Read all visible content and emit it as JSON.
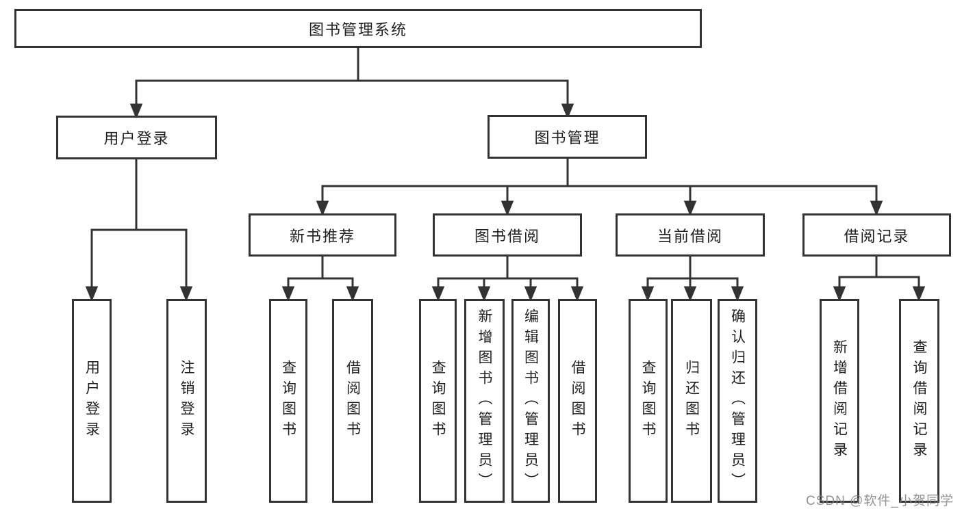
{
  "diagram_title": "图书管理系统",
  "nodes": {
    "root": "图书管理系统",
    "user_login": "用户登录",
    "book_mgmt": "图书管理",
    "new_book_rec": "新书推荐",
    "book_borrow": "图书借阅",
    "current_borrow": "当前借阅",
    "borrow_records": "借阅记录",
    "ul_user_login": "用户登录",
    "ul_logout": "注销登录",
    "nr_query_books": "查询图书",
    "nr_borrow_books": "借阅图书",
    "bb_query_books": "查询图书",
    "bb_add_books": "新增图书（管理员）",
    "bb_edit_books": "编辑图书（管理员）",
    "bb_borrow_books": "借阅图书",
    "cb_query_books": "查询图书",
    "cb_return_books": "归还图书",
    "cb_confirm_return": "确认归还（管理员）",
    "br_add_record": "新增借阅记录",
    "br_query_record": "查询借阅记录"
  },
  "watermark": "CSDN @软件_小贺同学",
  "colors": {
    "line": "#333333",
    "text": "#1f1f1f",
    "watermark": "#808080",
    "background": "#ffffff"
  }
}
